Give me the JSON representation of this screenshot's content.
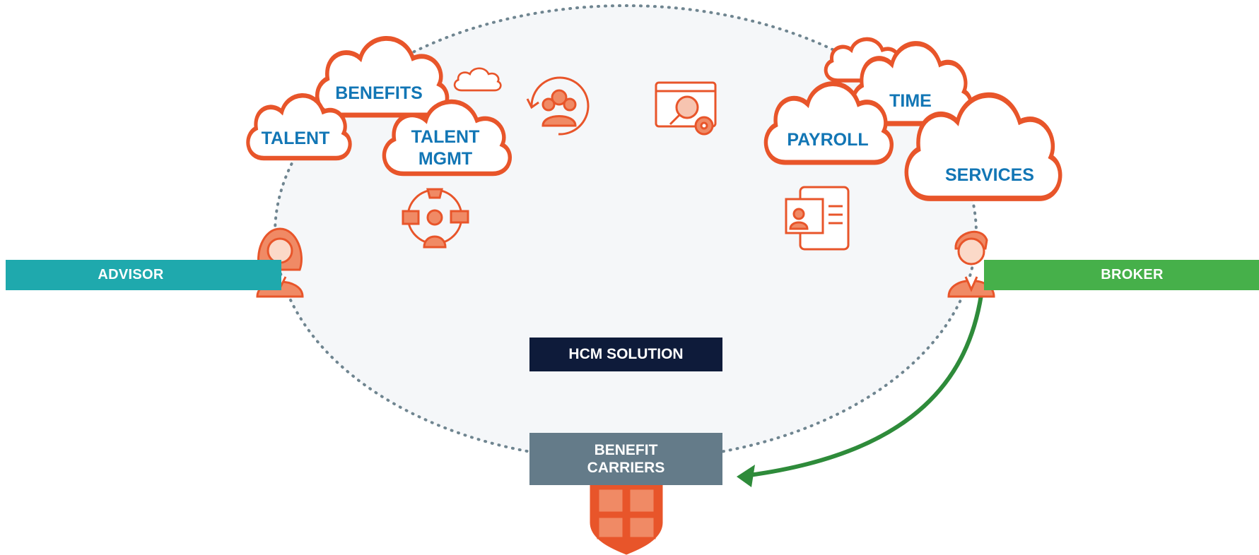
{
  "colors": {
    "accent_orange": "#e8552a",
    "cloud_text_blue": "#1276b5",
    "advisor_teal": "#1fa9ad",
    "broker_green": "#46b04a",
    "arrow_green": "#2e8b3a",
    "hcm_navy": "#0e1b3a",
    "carriers_slate": "#647b89",
    "ellipse_fill": "#f5f7f9",
    "dotted_border": "#6f8590"
  },
  "clouds": {
    "benefits": "BENEFITS",
    "talent": "TALENT",
    "talent_mgmt_line1": "TALENT",
    "talent_mgmt_line2": "MGMT",
    "time": "TIME",
    "payroll": "PAYROLL",
    "services": "SERVICES"
  },
  "bands": {
    "advisor": "ADVISOR",
    "broker": "BROKER"
  },
  "boxes": {
    "hcm_solution": "HCM SOLUTION",
    "benefit_carriers_line1": "BENEFIT",
    "benefit_carriers_line2": "CARRIERS"
  },
  "icons": [
    "small-cloud-icon",
    "team-cycle-icon",
    "analytics-gear-icon",
    "talent-network-icon",
    "mobile-profile-icon",
    "advisor-person-icon",
    "broker-person-icon",
    "insurance-shield-icon"
  ]
}
